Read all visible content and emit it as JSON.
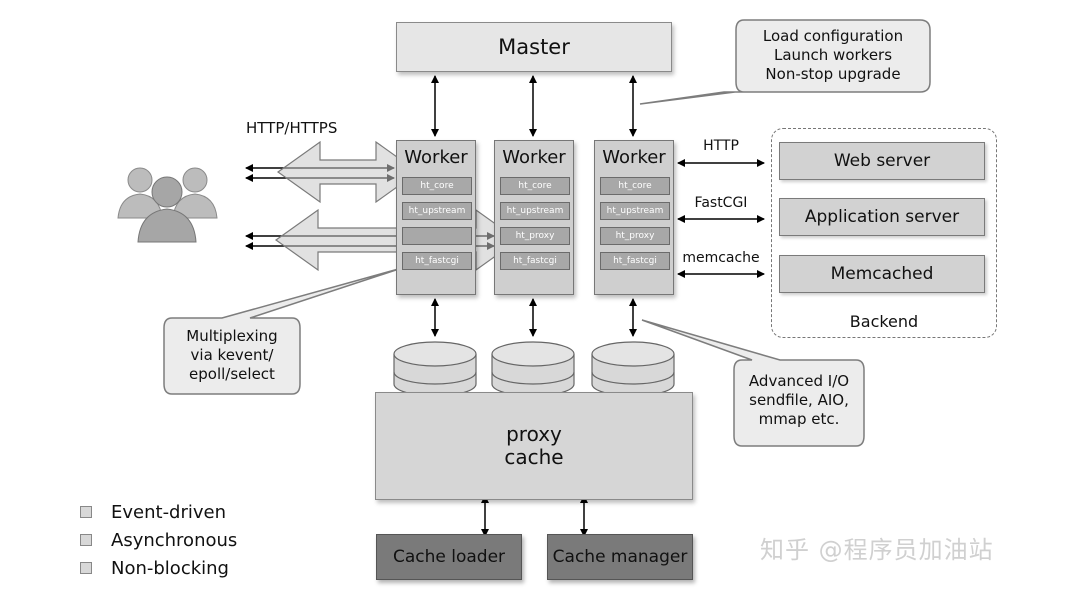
{
  "master": {
    "label": "Master"
  },
  "master_bubble": {
    "lines": [
      "Load configuration",
      "Launch workers",
      "Non-stop upgrade"
    ]
  },
  "client_protocol": "HTTP/HTTPS",
  "workers": [
    {
      "title": "Worker",
      "modules": [
        "ht_core",
        "ht_upstream",
        "",
        "ht_fastcgi"
      ]
    },
    {
      "title": "Worker",
      "modules": [
        "ht_core",
        "ht_upstream",
        "ht_proxy",
        "ht_fastcgi"
      ]
    },
    {
      "title": "Worker",
      "modules": [
        "ht_core",
        "ht_upstream",
        "ht_proxy",
        "ht_fastcgi"
      ]
    }
  ],
  "backend_protocols": [
    "HTTP",
    "FastCGI",
    "memcache"
  ],
  "backend": {
    "label": "Backend",
    "items": [
      "Web server",
      "Application server",
      "Memcached"
    ]
  },
  "multiplex_bubble": {
    "lines": [
      "Multiplexing",
      "via kevent/",
      "epoll/select"
    ]
  },
  "io_bubble": {
    "lines": [
      "Advanced I/O",
      "sendfile, AIO,",
      "mmap etc."
    ]
  },
  "cache": {
    "line1": "proxy",
    "line2": "cache"
  },
  "cache_loader": "Cache loader",
  "cache_manager": "Cache manager",
  "legend": [
    "Event-driven",
    "Asynchronous",
    "Non-blocking"
  ],
  "watermark": "知乎 @程序员加油站",
  "colors": {
    "box_light": "#e6e6e6",
    "worker": "#cfcfcf",
    "module": "#a8a8a8",
    "dark_box": "#7a7a7a"
  }
}
